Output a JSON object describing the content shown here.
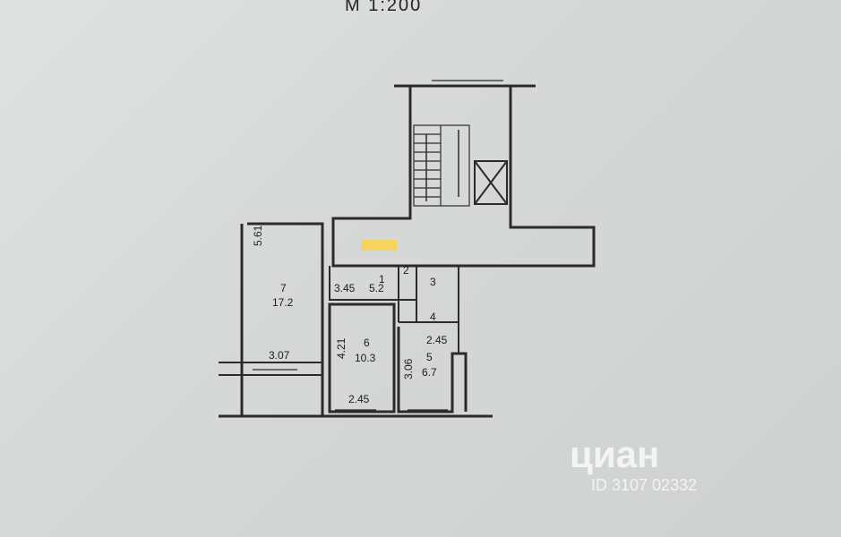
{
  "scale_label": "М 1:200",
  "rooms": [
    {
      "number": "1",
      "area": "5.2"
    },
    {
      "number": "2",
      "area": ""
    },
    {
      "number": "3",
      "area": ""
    },
    {
      "number": "4",
      "area": ""
    },
    {
      "number": "5",
      "area": "6.7"
    },
    {
      "number": "6",
      "area": "10.3"
    },
    {
      "number": "7",
      "area": "17.2"
    }
  ],
  "dimensions": {
    "room7_length": "5.61",
    "balcony_width": "3.07",
    "corridor_length": "3.45",
    "room6_length": "4.21",
    "room6_width": "2.45",
    "room5_length": "3.06",
    "room5_width": "2.45"
  },
  "watermark": {
    "brand": "циан",
    "id": "ID 3107 02332"
  },
  "colors": {
    "wall": "#2b2b2b",
    "paper": "#d9dbdb",
    "highlight": "#f4d35e"
  }
}
